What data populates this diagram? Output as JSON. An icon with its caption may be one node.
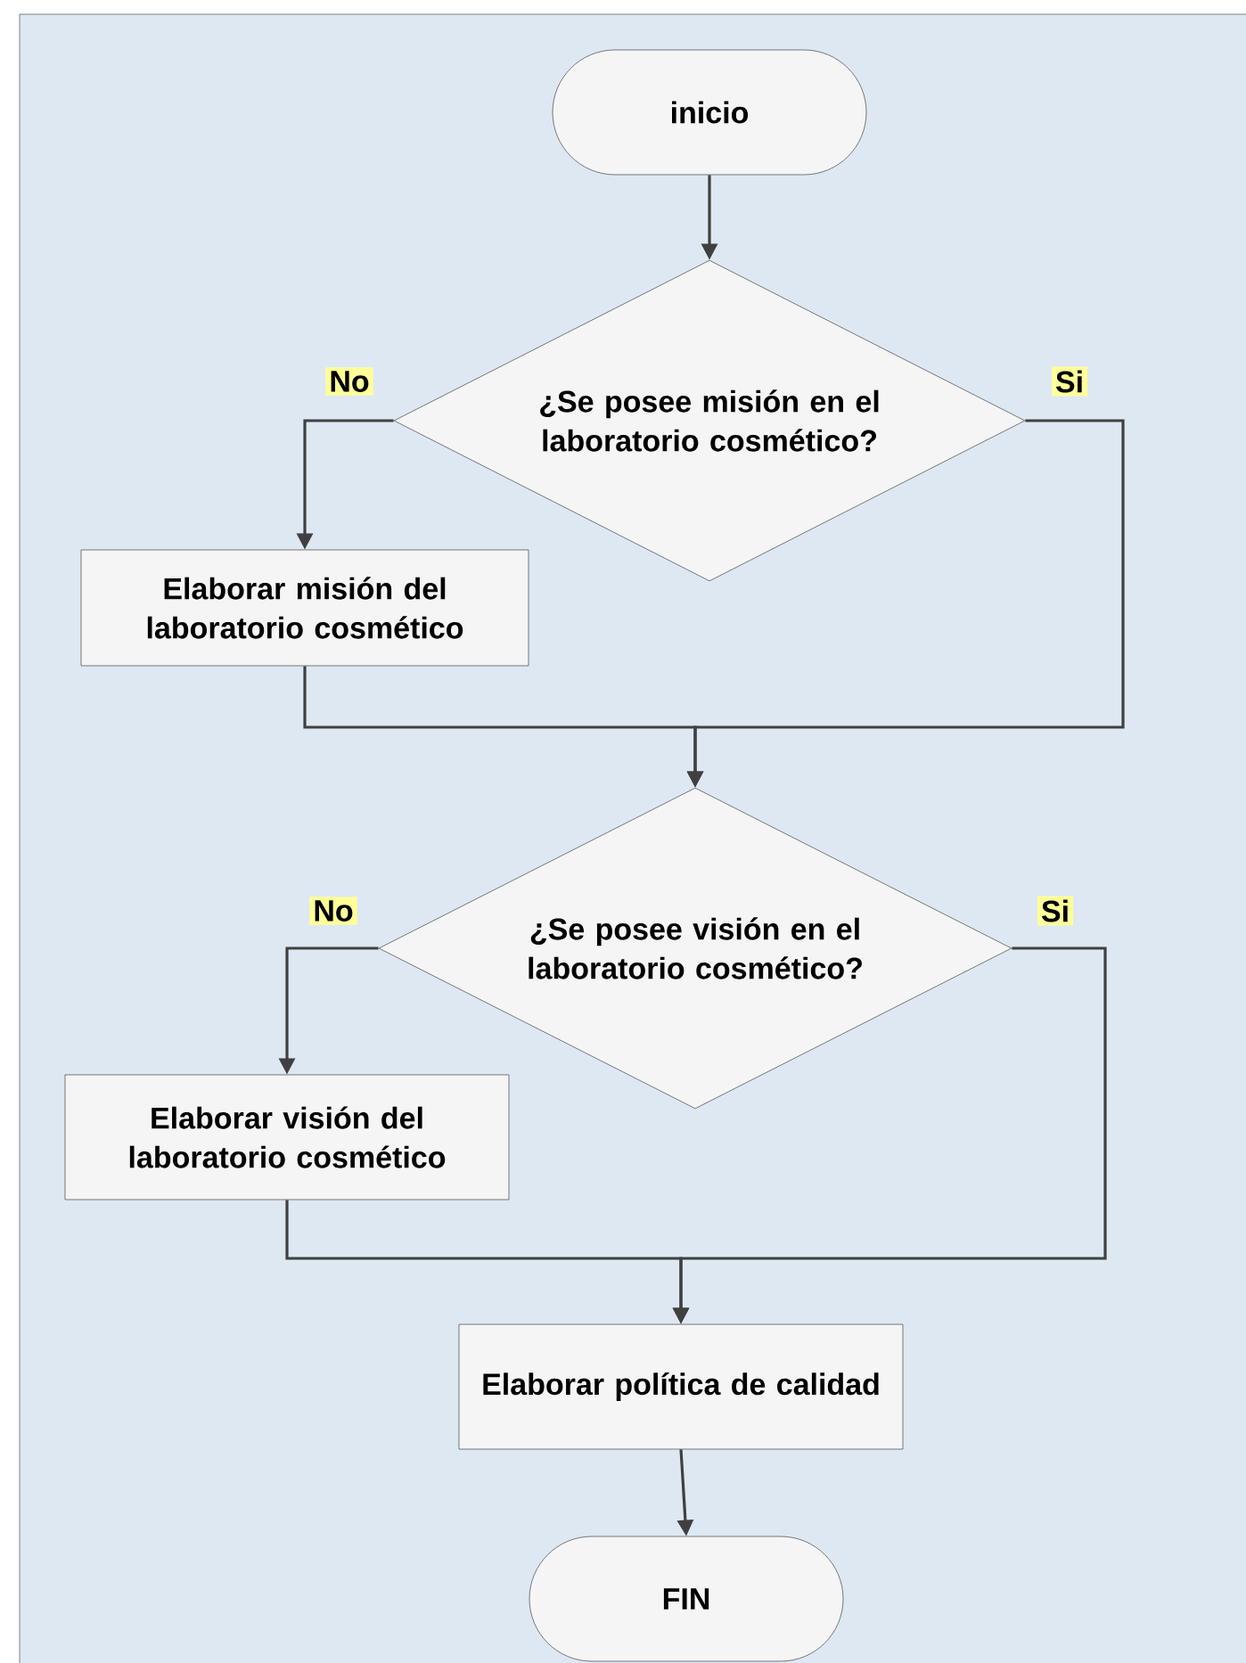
{
  "diagram": {
    "nodes": [
      {
        "text": [
          "inicio"
        ]
      },
      {
        "text": [
          "¿Se posee misión en el laboratorio cosmético?"
        ]
      },
      {
        "text": [
          "Elaborar misión del laboratorio cosmético"
        ]
      },
      {
        "text": [
          "¿Se posee visión en el laboratorio cosmético?"
        ]
      },
      {
        "text": [
          "Elaborar visión del laboratorio cosmético"
        ]
      },
      {
        "text": [
          "Elaborar política de calidad"
        ]
      },
      {
        "text": [
          "FIN"
        ]
      }
    ],
    "edges": [
      {
        "from": 0,
        "to": 1,
        "arrow": "to"
      },
      {
        "from": 1,
        "to": 2,
        "arrow": "to",
        "label": "No"
      },
      {
        "from": 1,
        "to": 3,
        "arrow": "to",
        "label": "Si"
      },
      {
        "from": 2,
        "to": 3,
        "arrow": "to"
      },
      {
        "from": 3,
        "to": 4,
        "arrow": "to",
        "label": "No"
      },
      {
        "from": 3,
        "to": 5,
        "arrow": "to",
        "label": "Si"
      },
      {
        "from": 4,
        "to": 5,
        "arrow": "to"
      },
      {
        "from": 5,
        "to": 6,
        "arrow": "to"
      }
    ]
  }
}
